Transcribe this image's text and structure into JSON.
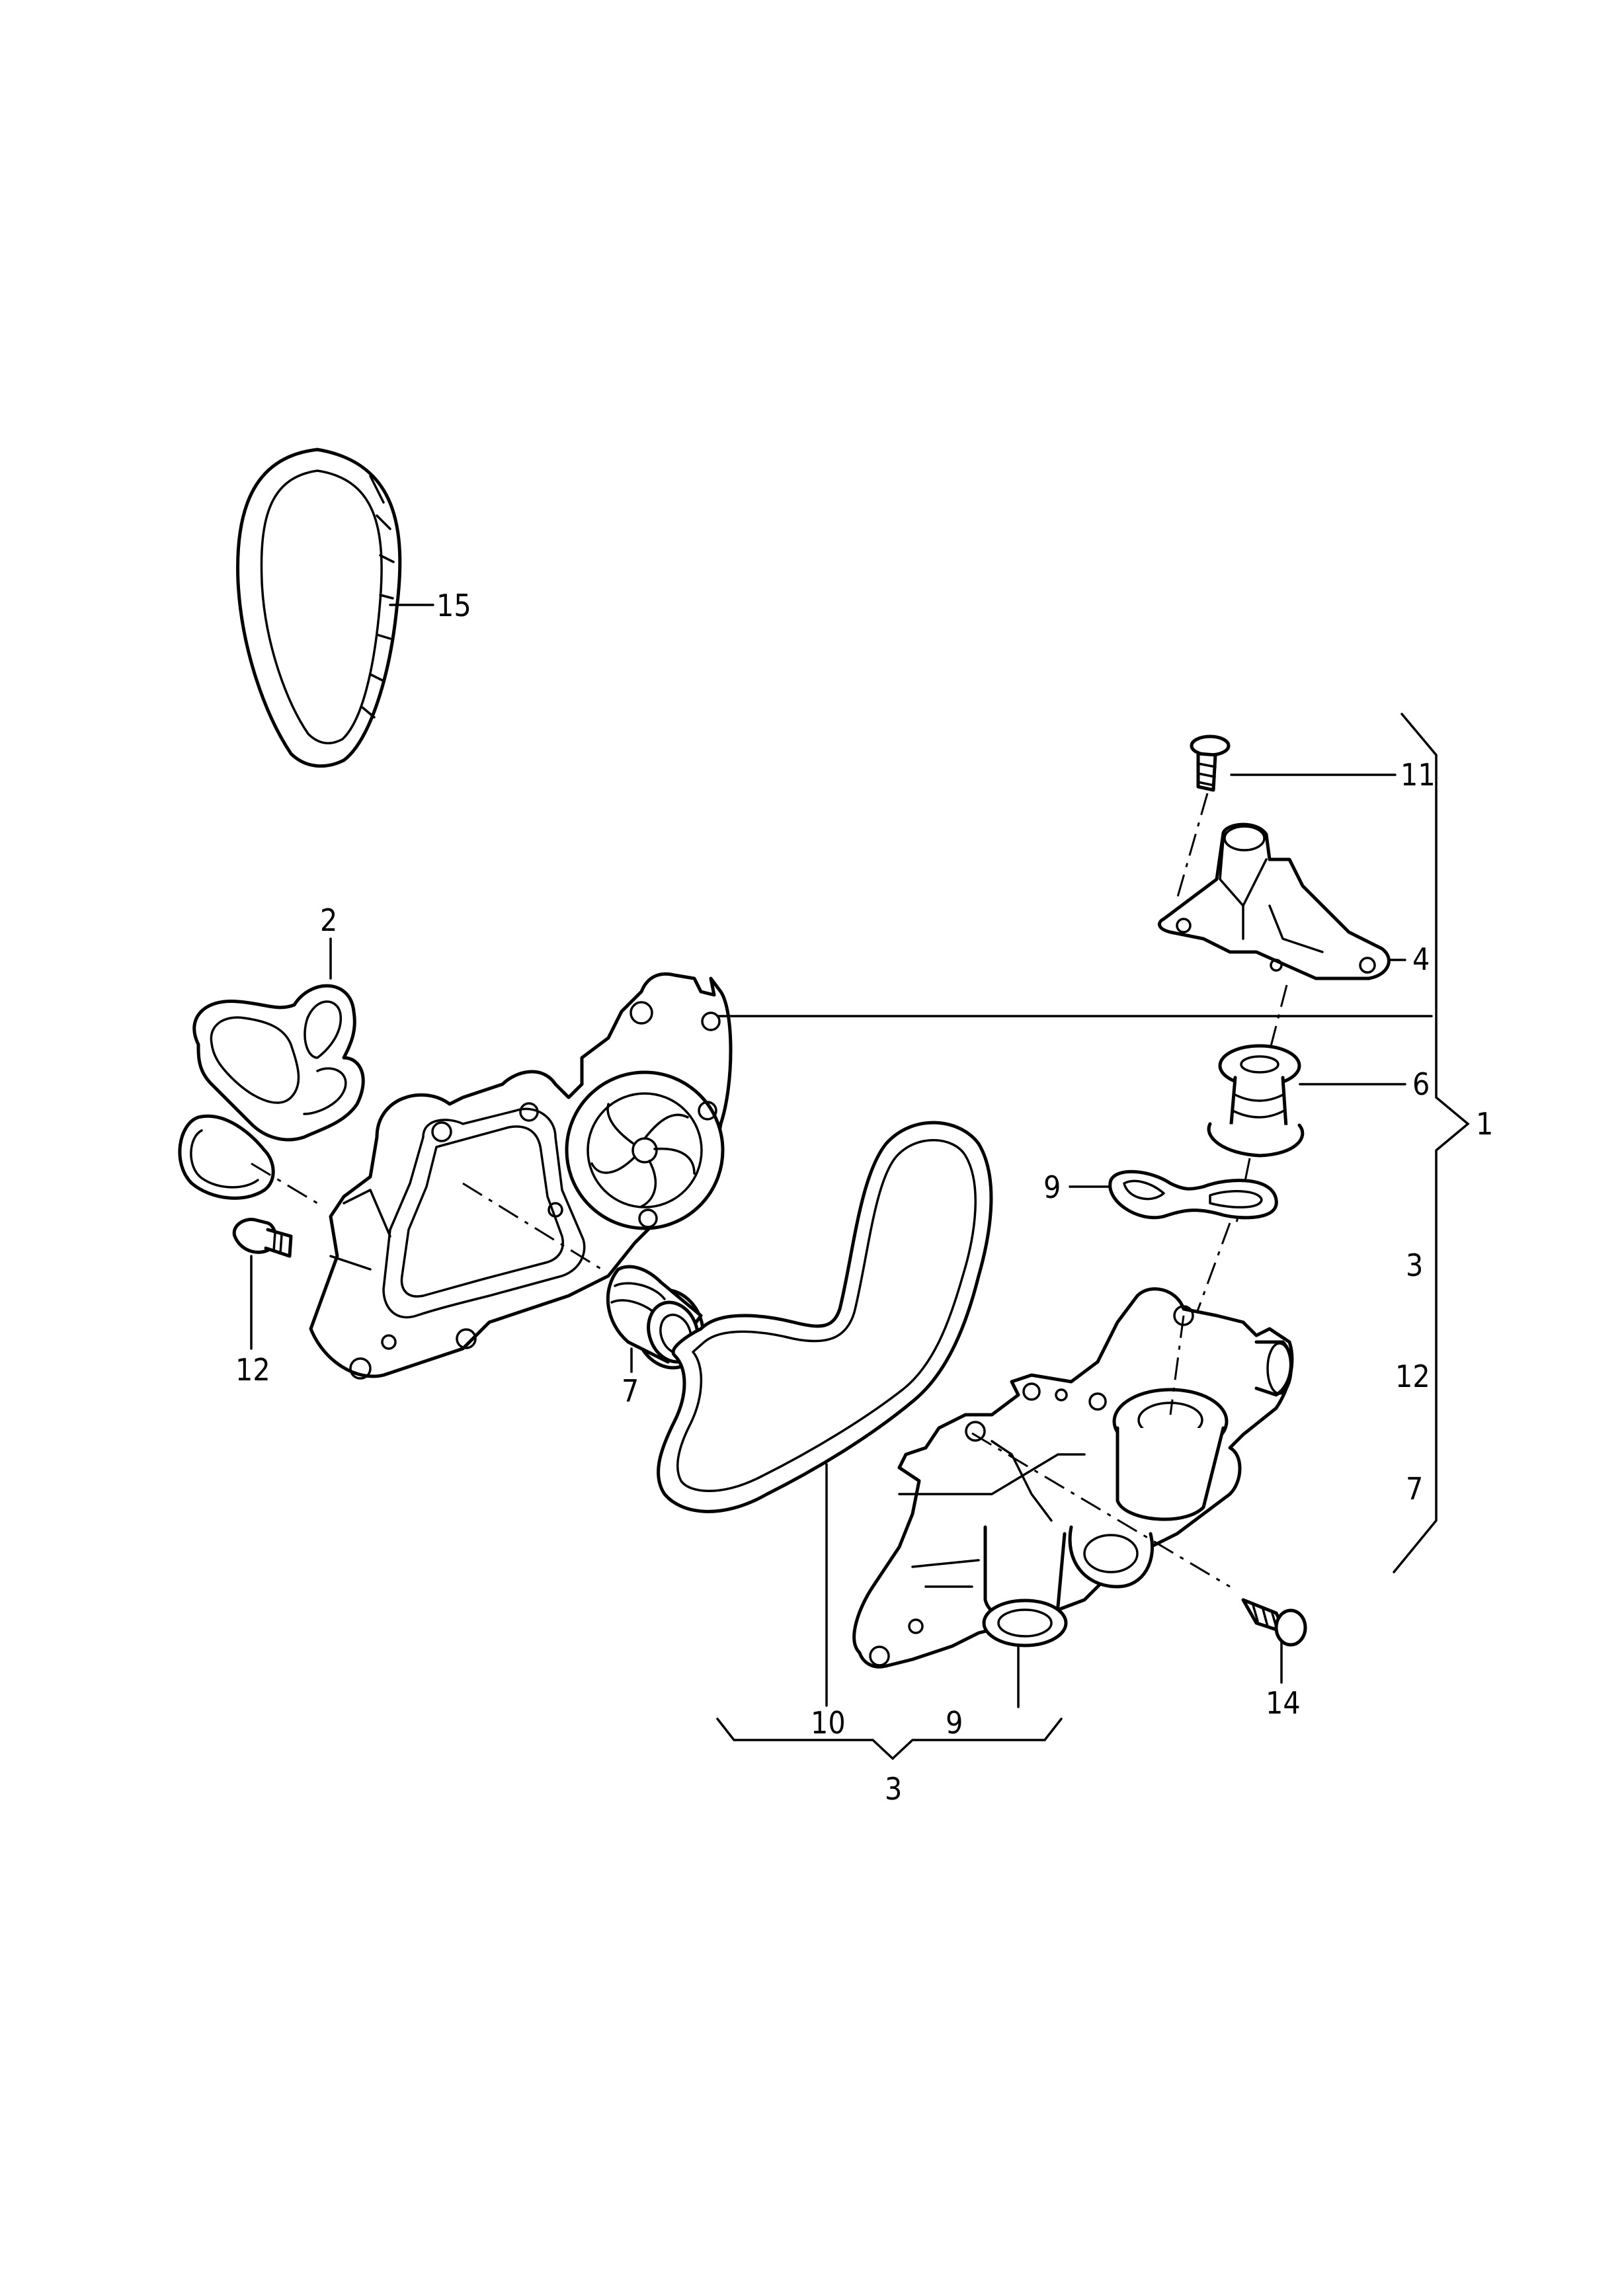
{
  "callouts": {
    "c15": "15",
    "c11": "11",
    "c2": "2",
    "c4": "4",
    "c6": "6",
    "c1": "1",
    "c9a": "9",
    "c3a": "3",
    "c12a": "12",
    "c7a": "7",
    "c12": "12",
    "c7": "7",
    "c10": "10",
    "c9": "9",
    "c3": "3",
    "c14": "14"
  }
}
